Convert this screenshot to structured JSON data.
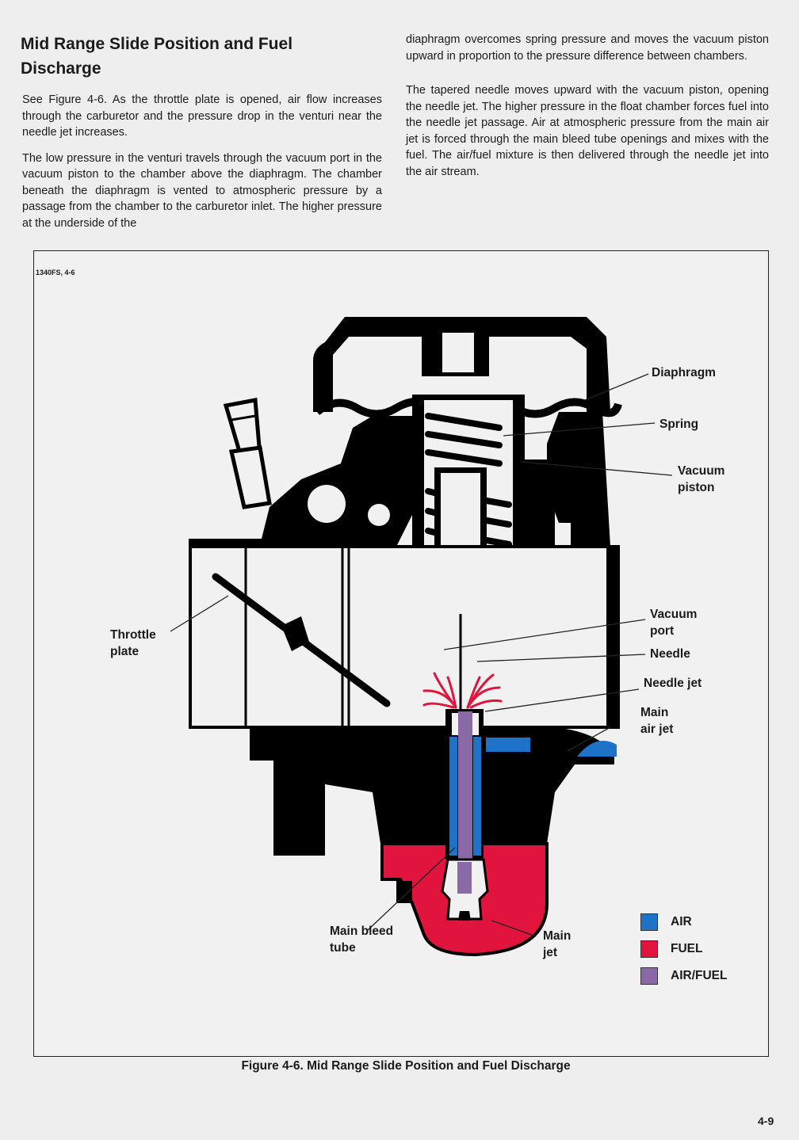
{
  "heading": {
    "line1": "Mid Range Slide Position and Fuel",
    "line2": "Discharge"
  },
  "body": {
    "left_p1": "See Figure 4-6. As the throttle plate is opened, air flow increases through the carburetor and the pressure drop in the venturi near the needle jet increases.",
    "left_p2": "The low pressure in the venturi travels through the vacuum port in the vacuum piston to the chamber above the diaphragm. The chamber beneath the diaphragm is vented to atmospheric pressure by a passage from the chamber to the carburetor inlet. The higher pressure at the underside of the",
    "right_p1": "diaphragm overcomes spring pressure and moves the vacuum piston upward in proportion to the pressure difference between chambers.",
    "right_p2": "The tapered needle moves upward with the vacuum piston, opening the needle jet. The higher pressure in the float chamber forces fuel into the needle jet passage. Air at atmospheric pressure from the main air jet is forced through the main bleed tube openings and mixes with the fuel. The air/fuel mixture is then delivered through the needle jet into the air stream."
  },
  "figure": {
    "code": "1340FS, 4-6",
    "labels": {
      "diaphragm": "Diaphragm",
      "spring": "Spring",
      "vacuum_piston_1": "Vacuum",
      "vacuum_piston_2": "piston",
      "vacuum_port_1": "Vacuum",
      "vacuum_port_2": "port",
      "needle": "Needle",
      "needle_jet": "Needle jet",
      "main_air_jet_1": "Main",
      "main_air_jet_2": "air jet",
      "throttle_plate_1": "Throttle",
      "throttle_plate_2": "plate",
      "main_bleed_tube_1": "Main bleed",
      "main_bleed_tube_2": "tube",
      "main_jet_1": "Main",
      "main_jet_2": "jet"
    },
    "legend": [
      {
        "label": "AIR",
        "color": "#1e73c8"
      },
      {
        "label": "FUEL",
        "color": "#e0143c"
      },
      {
        "label": "AIR/FUEL",
        "color": "#8a6aa6"
      }
    ],
    "caption": "Figure 4-6. Mid Range Slide Position and Fuel Discharge"
  },
  "page_number": "4-9"
}
